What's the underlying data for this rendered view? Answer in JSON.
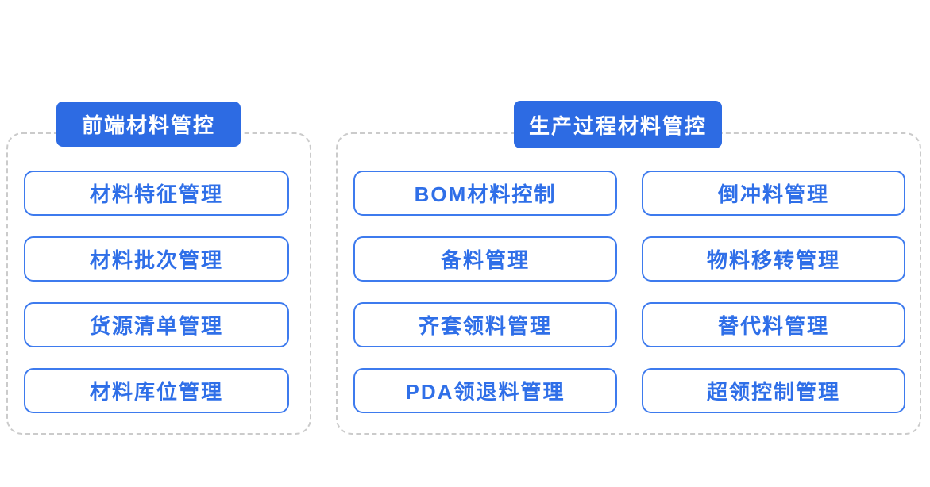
{
  "colors": {
    "header_bg": "#2D6BE3",
    "item_border": "#3E7BEE",
    "item_text": "#2F6FE8",
    "frame_border": "#CBCBCB",
    "page_bg": "#FFFFFF"
  },
  "groups": [
    {
      "title": "前端材料管控",
      "items": [
        {
          "label": "材料特征管理"
        },
        {
          "label": "材料批次管理"
        },
        {
          "label": "货源清单管理"
        },
        {
          "label": "材料库位管理"
        }
      ]
    },
    {
      "title": "生产过程材料管控",
      "items": [
        {
          "label": "BOM材料控制"
        },
        {
          "label": "倒冲料管理"
        },
        {
          "label": "备料管理"
        },
        {
          "label": "物料移转管理"
        },
        {
          "label": "齐套领料管理"
        },
        {
          "label": "替代料管理"
        },
        {
          "label": "PDA领退料管理"
        },
        {
          "label": "超领控制管理"
        }
      ]
    }
  ]
}
